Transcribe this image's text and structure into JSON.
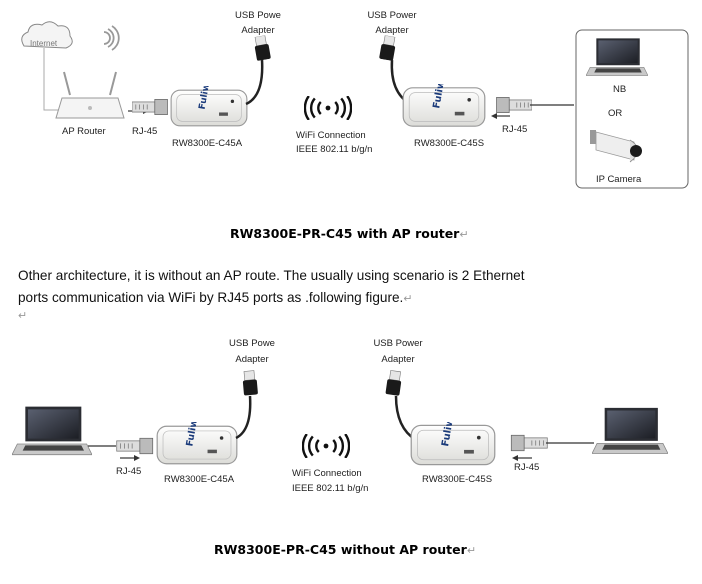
{
  "top": {
    "internet": "Internet",
    "ap_router": "AP Router",
    "rj45_left": "RJ-45",
    "rw_left": "RW8300E-C45A",
    "usb_left_1": "USB Powe",
    "usb_left_2": "Adapter",
    "usb_right_1": "USB Power",
    "usb_right_2": "Adapter",
    "wifi_1": "WiFi Connection",
    "wifi_2": "IEEE 802.11 b/g/n",
    "rw_right": "RW8300E-C45S",
    "rj45_right": "RJ-45",
    "nb": "NB",
    "or": "OR",
    "ip_camera": "IP Camera",
    "caption": "RW8300E-PR-C45 with AP router"
  },
  "paragraph": {
    "line1": "Other architecture, it is without an AP route. The usually using scenario is 2 Ethernet",
    "line2": "ports communication via WiFi by RJ45 ports as .following figure."
  },
  "bottom": {
    "usb_left_1": "USB Powe",
    "usb_left_2": "Adapter",
    "usb_right_1": "USB Power",
    "usb_right_2": "Adapter",
    "rj45_left": "RJ-45",
    "rw_left": "RW8300E-C45A",
    "wifi_1": "WiFi Connection",
    "wifi_2": "IEEE 802.11 b/g/n",
    "rw_right": "RW8300E-C45S",
    "rj45_right": "RJ-45",
    "caption": "RW8300E-PR-C45 without AP router"
  },
  "device_brand": "Fuliwei",
  "paragraph_mark": "↵",
  "colors": {
    "device_body": "#f2f2f0",
    "cable": "#222222",
    "laptop": "#3a3d44"
  }
}
